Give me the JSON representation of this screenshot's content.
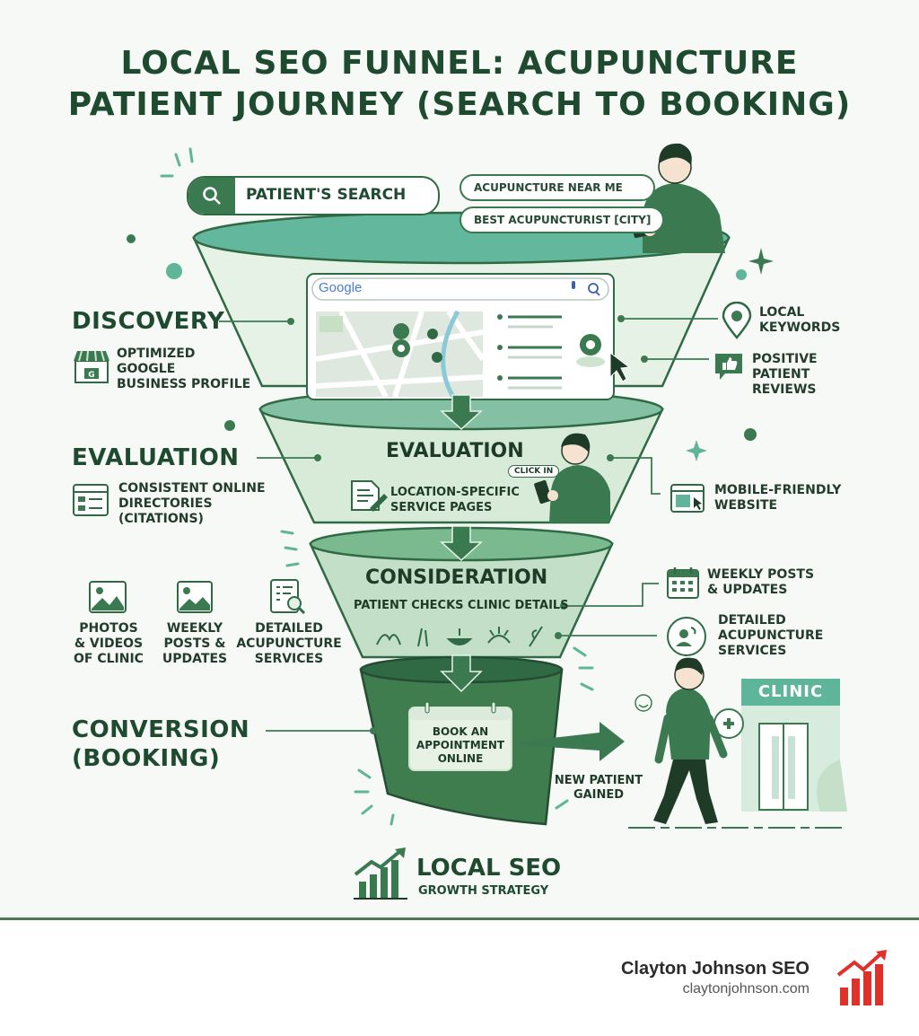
{
  "title": {
    "line1": "LOCAL SEO FUNNEL: ACUPUNCTURE",
    "line2": "PATIENT JOURNEY (SEARCH TO BOOKING)"
  },
  "search": {
    "label": "PATIENT'S SEARCH",
    "queries": [
      "ACUPUNCTURE NEAR ME",
      "BEST ACUPUNCTURIST [CITY]"
    ]
  },
  "browser": {
    "brand": "Google"
  },
  "stages": {
    "discovery": "DISCOVERY",
    "evaluation": "EVALUATION",
    "evaluation_inner": "EVALUATION",
    "consideration": "CONSIDERATION",
    "consideration_sub": "PATIENT CHECKS CLINIC DETAILS",
    "conversion_line1": "CONVERSION",
    "conversion_line2": "(BOOKING)"
  },
  "left_labels": {
    "gbp": [
      "OPTIMIZED",
      "GOOGLE",
      "BUSINESS PROFILE"
    ],
    "citations": [
      "CONSISTENT ONLINE",
      "DIRECTORIES",
      "(CITATIONS)"
    ],
    "photos": [
      "PHOTOS",
      "& VIDEOS",
      "OF CLINIC"
    ],
    "weekly": [
      "WEEKLY",
      "POSTS &",
      "UPDATES"
    ],
    "detailed": [
      "DETAILED",
      "ACUPUNCTURE",
      "SERVICES"
    ]
  },
  "right_labels": {
    "keywords": [
      "LOCAL",
      "KEYWORDS"
    ],
    "reviews": [
      "POSITIVE",
      "PATIENT",
      "REVIEWS"
    ],
    "mobile": [
      "MOBILE-FRIENDLY",
      "WEBSITE"
    ],
    "weekly": [
      "WEEKLY POSTS",
      "& UPDATES"
    ],
    "detailed": [
      "DETAILED",
      "ACUPUNCTURE",
      "SERVICES"
    ]
  },
  "center": {
    "location_pages": [
      "LOCATION-SPECIFIC",
      "SERVICE PAGES"
    ],
    "click_in": "CLICK IN",
    "book": [
      "BOOK AN",
      "APPOINTMENT",
      "ONLINE"
    ],
    "new_patient": [
      "NEW PATIENT",
      "GAINED"
    ],
    "clinic_sign": "CLINIC"
  },
  "growth": {
    "title": "LOCAL SEO",
    "sub": "GROWTH STRATEGY"
  },
  "footer": {
    "brand": "Clayton Johnson SEO",
    "url": "claytonjohnson.com"
  },
  "colors": {
    "dark_green": "#1e4a30",
    "mid_green": "#3b7a50",
    "teal": "#5fb59a",
    "pale_green": "#e4f1e6",
    "footer_red": "#e0302a"
  }
}
